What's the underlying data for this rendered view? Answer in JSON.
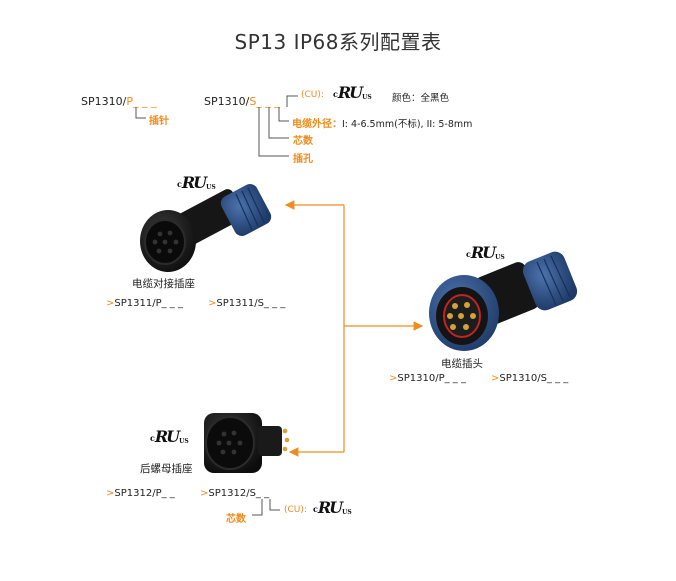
{
  "title": "SP13 IP68系列配置表",
  "top_left": {
    "code_prefix": "SP1310/",
    "code_suffix": "P_ _ _",
    "label": "插针"
  },
  "top_right": {
    "code_prefix": "SP1310/",
    "code_suffix": "S_ _ _",
    "cu": "(CU):",
    "color_label": "颜色：全黑色",
    "diameter_label": "电缆外径：",
    "diameter_value": "I: 4-6.5mm(不标), II: 5-8mm",
    "cores_label": "芯数",
    "socket_label": "插孔"
  },
  "cert": {
    "c": "c",
    "mark": "RU",
    "us": "US"
  },
  "cable_socket": {
    "caption": "电缆对接插座",
    "ref1_gt": ">",
    "ref1": "SP1311/P_ _ _",
    "ref2_gt": ">",
    "ref2": "SP1311/S_ _ _"
  },
  "cable_plug": {
    "caption": "电缆插头",
    "ref1_gt": ">",
    "ref1": "SP1310/P_ _ _",
    "ref2_gt": ">",
    "ref2": "SP1310/S_ _ _"
  },
  "rear_socket": {
    "caption": "后螺母插座",
    "ref1_gt": ">",
    "ref1": "SP1312/P_ _",
    "ref2_gt": ">",
    "ref2": "SP1312/S_ _",
    "cores_label": "芯数",
    "cu": "(CU):"
  },
  "colors": {
    "accent": "#f08c1e",
    "connector_body": "#1c1c1c",
    "connector_blue": "#2d4f86"
  }
}
